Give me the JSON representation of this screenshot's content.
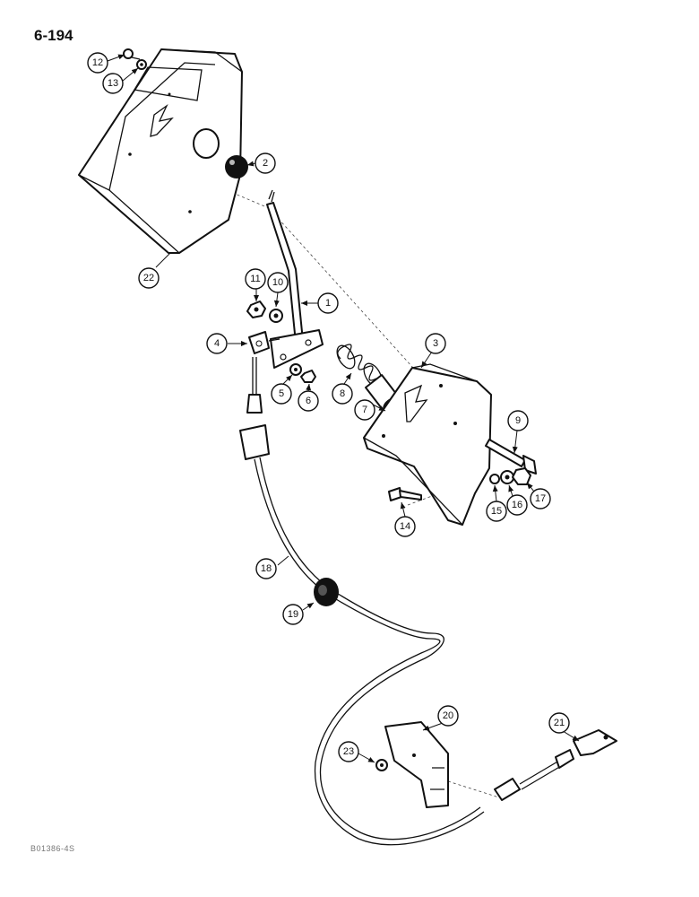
{
  "page_number": "6-194",
  "reference_code": "B01386-4S",
  "callouts": [
    "1",
    "2",
    "3",
    "4",
    "5",
    "6",
    "7",
    "8",
    "9",
    "10",
    "11",
    "12",
    "13",
    "14",
    "15",
    "16",
    "17",
    "18",
    "19",
    "20",
    "21",
    "22",
    "23"
  ]
}
